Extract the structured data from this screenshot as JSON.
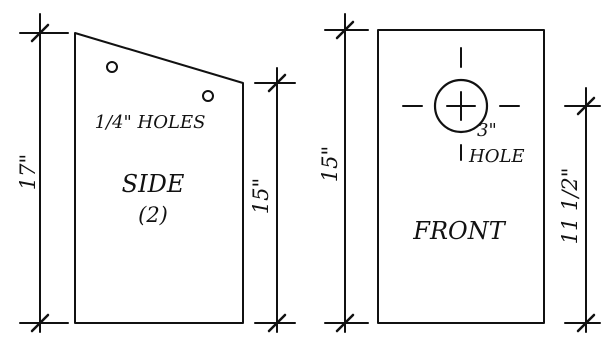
{
  "side_panel": {
    "hole_label": "1/4\" HOLES",
    "title": "SIDE",
    "count": "(2)",
    "dimension_left": "17\"",
    "dimension_right": "15\""
  },
  "front_panel": {
    "hole_size": "3\"",
    "hole_word": "HOLE",
    "title": "FRONT",
    "dimension_left": "15\"",
    "dimension_right": "11 1/2\""
  },
  "colors": {
    "ink": "#111111",
    "paper": "#ffffff"
  }
}
